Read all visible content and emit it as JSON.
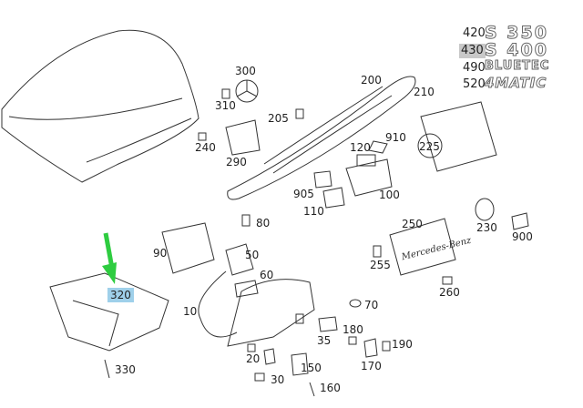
{
  "parts": [
    {
      "id": "p300",
      "label": "300"
    },
    {
      "id": "p310",
      "label": "310"
    },
    {
      "id": "p240",
      "label": "240"
    },
    {
      "id": "p290",
      "label": "290"
    },
    {
      "id": "p205",
      "label": "205"
    },
    {
      "id": "p200",
      "label": "200"
    },
    {
      "id": "p210",
      "label": "210"
    },
    {
      "id": "p120",
      "label": "120"
    },
    {
      "id": "p910",
      "label": "910"
    },
    {
      "id": "p225",
      "label": "225"
    },
    {
      "id": "p905",
      "label": "905"
    },
    {
      "id": "p110",
      "label": "110"
    },
    {
      "id": "p100",
      "label": "100"
    },
    {
      "id": "p80",
      "label": "80"
    },
    {
      "id": "p90",
      "label": "90"
    },
    {
      "id": "p50",
      "label": "50"
    },
    {
      "id": "p60",
      "label": "60"
    },
    {
      "id": "p10",
      "label": "10"
    },
    {
      "id": "p250",
      "label": "250"
    },
    {
      "id": "p255",
      "label": "255"
    },
    {
      "id": "p260",
      "label": "260"
    },
    {
      "id": "p230",
      "label": "230"
    },
    {
      "id": "p900",
      "label": "900"
    },
    {
      "id": "p320",
      "label": "320"
    },
    {
      "id": "p330",
      "label": "330"
    },
    {
      "id": "p70",
      "label": "70"
    },
    {
      "id": "p180",
      "label": "180"
    },
    {
      "id": "p190",
      "label": "190"
    },
    {
      "id": "p35",
      "label": "35"
    },
    {
      "id": "p20",
      "label": "20"
    },
    {
      "id": "p170",
      "label": "170"
    },
    {
      "id": "p150",
      "label": "150"
    },
    {
      "id": "p30",
      "label": "30"
    },
    {
      "id": "p160",
      "label": "160"
    }
  ],
  "badges": [
    {
      "code": "420",
      "model": "S 350"
    },
    {
      "code": "430",
      "model": "S 400"
    },
    {
      "code": "490",
      "model": "BLUETEC"
    },
    {
      "code": "520",
      "model": "4MATIC"
    }
  ],
  "selected_part": "320",
  "selected_badge": "430",
  "plate_text": "Mercedes-Benz",
  "colors": {
    "arrow": "#2ecc40",
    "selection": "#9fd0ea",
    "badge_selection": "#c8c8c8",
    "line": "#333333"
  }
}
